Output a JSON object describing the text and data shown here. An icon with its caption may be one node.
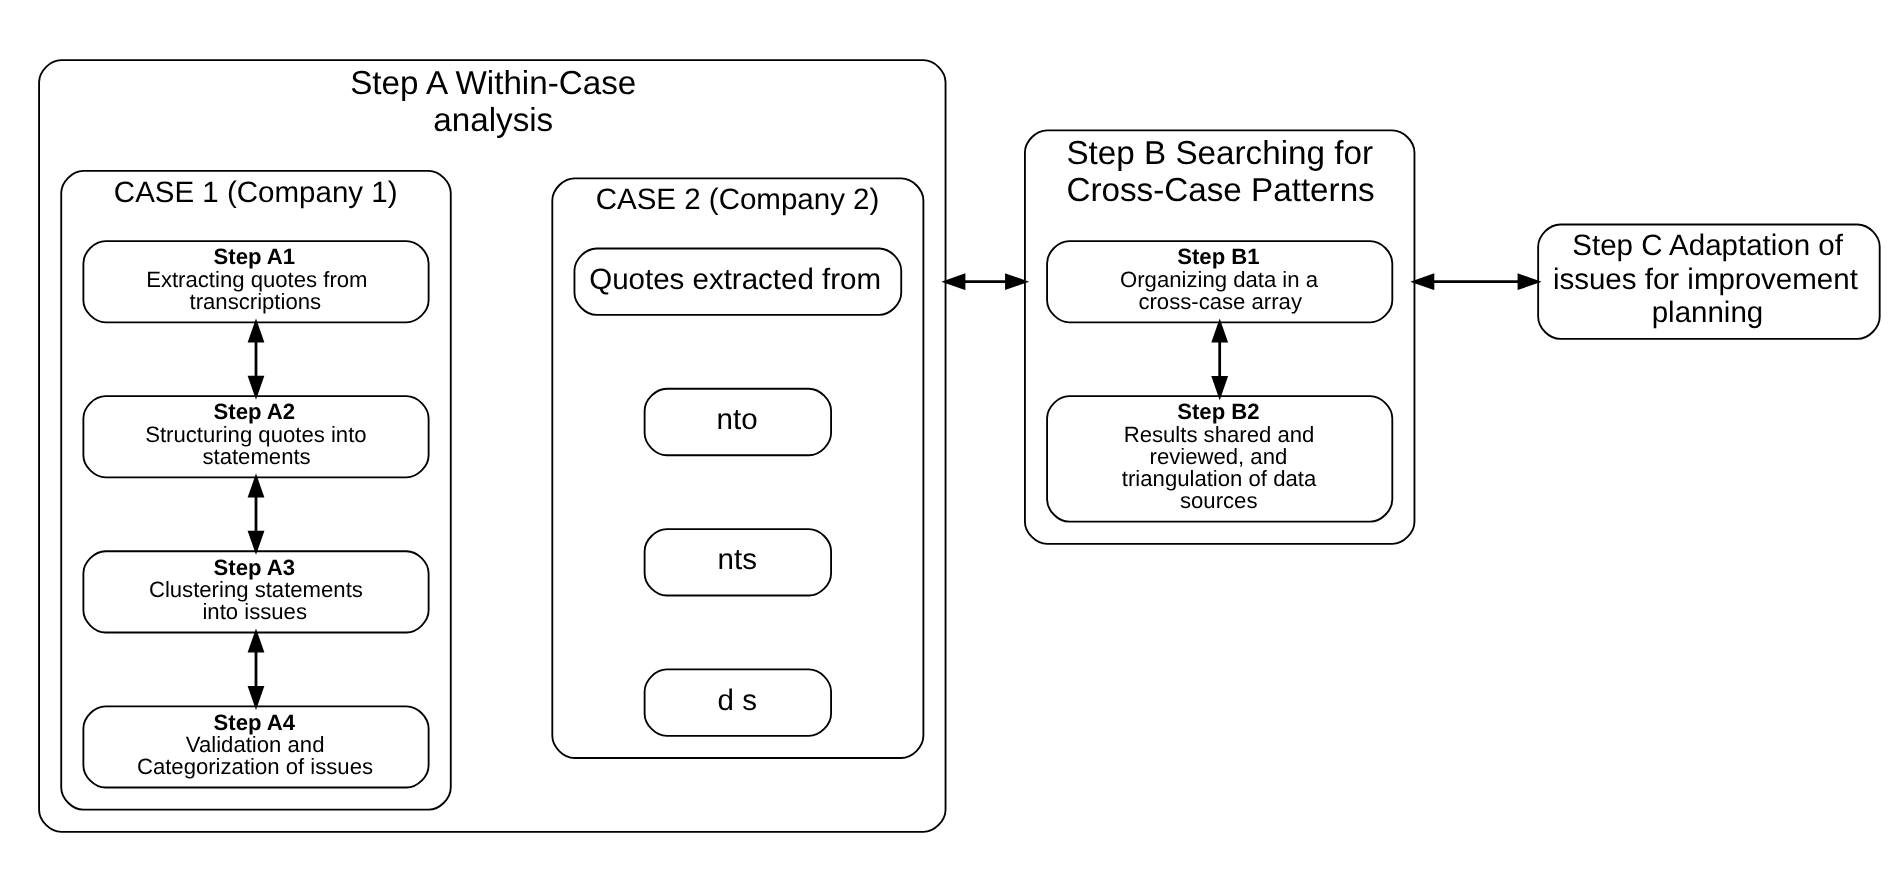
{
  "diagram": {
    "nodes": [
      {
        "text": [
          "Step A Within-Case analysis"
        ]
      },
      {
        "text": [
          "CASE 2 (Company 2)"
        ],
        "in": 0
      },
      {
        "text": [
          "Quotes extracted from"
        ],
        "in": 1
      },
      {
        "text": [
          "nto"
        ],
        "in": 1
      },
      {
        "text": [
          "nts"
        ],
        "in": 1
      },
      {
        "text": [
          "d s"
        ],
        "in": 1
      },
      {
        "text": [
          "CASE 1 (Company 1)"
        ],
        "in": 0
      },
      {
        "text": [
          "Step A1",
          "Extracting quotes from transcriptions"
        ],
        "in": 6
      },
      {
        "text": [
          "Step A2",
          "Structuring quotes into statements"
        ],
        "in": 6
      },
      {
        "text": [
          "Step A3",
          "Clustering statements into issues"
        ],
        "in": 6
      },
      {
        "text": [
          "Step A4",
          "Validation and Categorization of issues"
        ],
        "in": 6
      },
      {
        "text": [
          "Step B Searching for Cross-Case Patterns"
        ]
      },
      {
        "text": [
          "Step B1",
          "Organizing data in a cross-case array"
        ],
        "in": 11
      },
      {
        "text": [
          "Step B2",
          "Results shared and reviewed, and triangulation of data sources"
        ],
        "in": 11
      },
      {
        "text": [
          "Step C Adaptation of issues for improvement planning"
        ]
      }
    ],
    "edges": [
      {
        "from": 7,
        "to": 8,
        "arrow": "both"
      },
      {
        "from": 8,
        "to": 9,
        "arrow": "both"
      },
      {
        "from": 9,
        "to": 10,
        "arrow": "both"
      },
      {
        "from": 12,
        "to": 13,
        "arrow": "both"
      },
      {
        "from": 0,
        "to": 11,
        "arrow": "both"
      },
      {
        "from": 11,
        "to": 14,
        "arrow": "both"
      }
    ]
  }
}
